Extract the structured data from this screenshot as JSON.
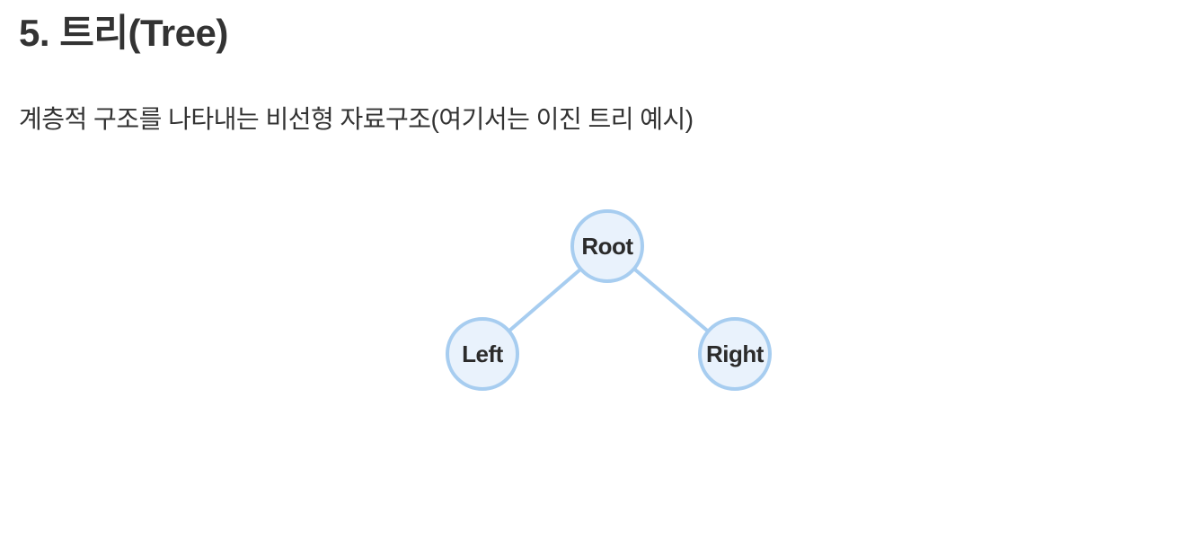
{
  "page": {
    "title": "5. 트리(Tree)",
    "subtitle": "계층적 구조를 나타내는 비선형 자료구조(여기서는 이진 트리 예시)"
  },
  "diagram": {
    "type": "binary-tree",
    "nodes": [
      {
        "id": "root",
        "label": "Root"
      },
      {
        "id": "left",
        "label": "Left"
      },
      {
        "id": "right",
        "label": "Right"
      }
    ],
    "edges": [
      {
        "from": "root",
        "to": "left"
      },
      {
        "from": "root",
        "to": "right"
      }
    ],
    "colors": {
      "node_fill": "#e9f2fc",
      "node_border": "#a7cdf0",
      "edge_line": "#a7cdf0",
      "node_text": "#2b2b2b",
      "heading_text": "#333333"
    }
  }
}
